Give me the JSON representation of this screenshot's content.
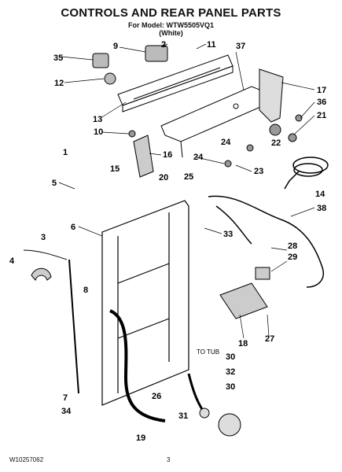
{
  "title": "CONTROLS AND REAR PANEL PARTS",
  "model_line": "For Model: WTW5505VQ1",
  "color_line": "(White)",
  "doc_number": "W10257062",
  "page_number": "3",
  "to_tub_label": "TO TUB",
  "callouts": [
    "1",
    "2",
    "3",
    "4",
    "5",
    "6",
    "7",
    "8",
    "9",
    "10",
    "11",
    "12",
    "13",
    "14",
    "15",
    "16",
    "17",
    "18",
    "19",
    "20",
    "21",
    "22",
    "23",
    "24",
    "24",
    "25",
    "26",
    "27",
    "28",
    "29",
    "30",
    "30",
    "31",
    "32",
    "33",
    "34",
    "35",
    "36",
    "37",
    "38"
  ]
}
